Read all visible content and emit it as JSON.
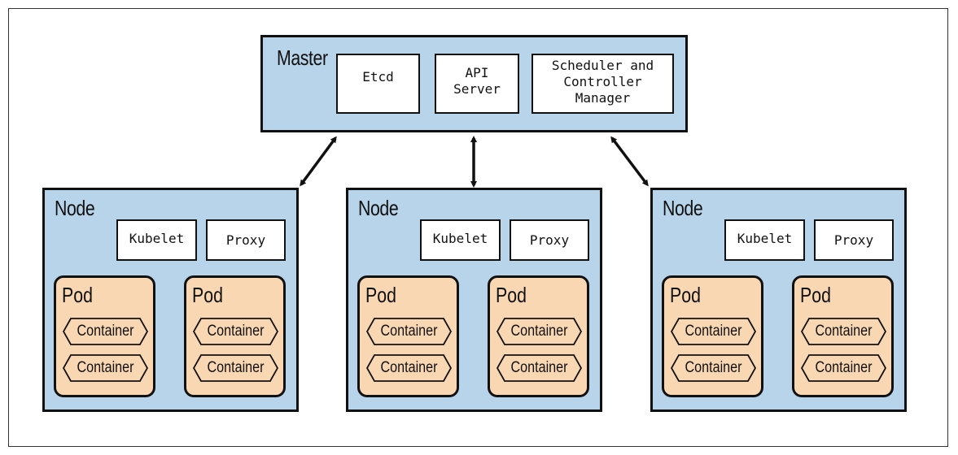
{
  "master": {
    "label": "Master",
    "components": [
      {
        "name": "Etcd"
      },
      {
        "name": "API\nServer"
      },
      {
        "name": "Scheduler and\nController Manager"
      }
    ]
  },
  "nodes": [
    {
      "label": "Node",
      "kubelet": "Kubelet",
      "proxy": "Proxy",
      "pods": [
        {
          "label": "Pod",
          "containers": [
            "Container",
            "Container"
          ]
        },
        {
          "label": "Pod",
          "containers": [
            "Container",
            "Container"
          ]
        }
      ]
    },
    {
      "label": "Node",
      "kubelet": "Kubelet",
      "proxy": "Proxy",
      "pods": [
        {
          "label": "Pod",
          "containers": [
            "Container",
            "Container"
          ]
        },
        {
          "label": "Pod",
          "containers": [
            "Container",
            "Container"
          ]
        }
      ]
    },
    {
      "label": "Node",
      "kubelet": "Kubelet",
      "proxy": "Proxy",
      "pods": [
        {
          "label": "Pod",
          "containers": [
            "Container",
            "Container"
          ]
        },
        {
          "label": "Pod",
          "containers": [
            "Container",
            "Container"
          ]
        }
      ]
    }
  ],
  "colors": {
    "box_blue": "#b7d4ea",
    "pod_orange": "#fad7b3",
    "outline": "#111111"
  }
}
